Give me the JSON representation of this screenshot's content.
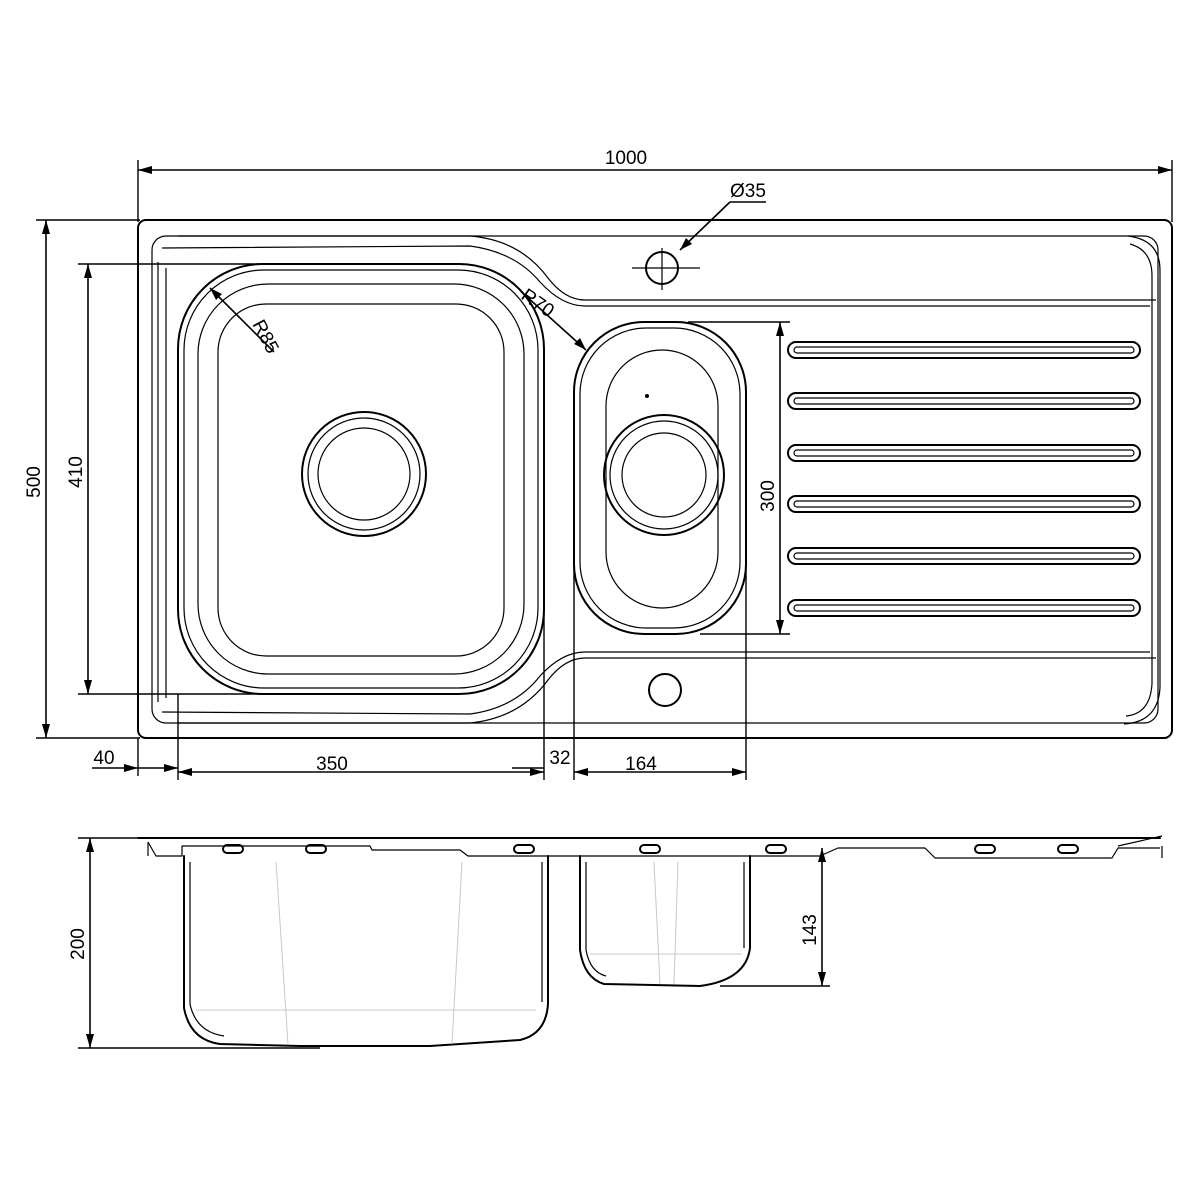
{
  "drawing": {
    "plan_view": {
      "overall_width": "1000",
      "overall_depth": "500",
      "main_bowl_depth": "410",
      "small_bowl_depth": "300",
      "left_margin": "40",
      "main_bowl_width": "350",
      "bowl_gap": "32",
      "small_bowl_width": "164",
      "tap_hole": "Ø35",
      "main_bowl_radius": "R85",
      "small_bowl_radius": "R70"
    },
    "section_view": {
      "main_bowl_height": "200",
      "small_bowl_height": "143"
    }
  }
}
